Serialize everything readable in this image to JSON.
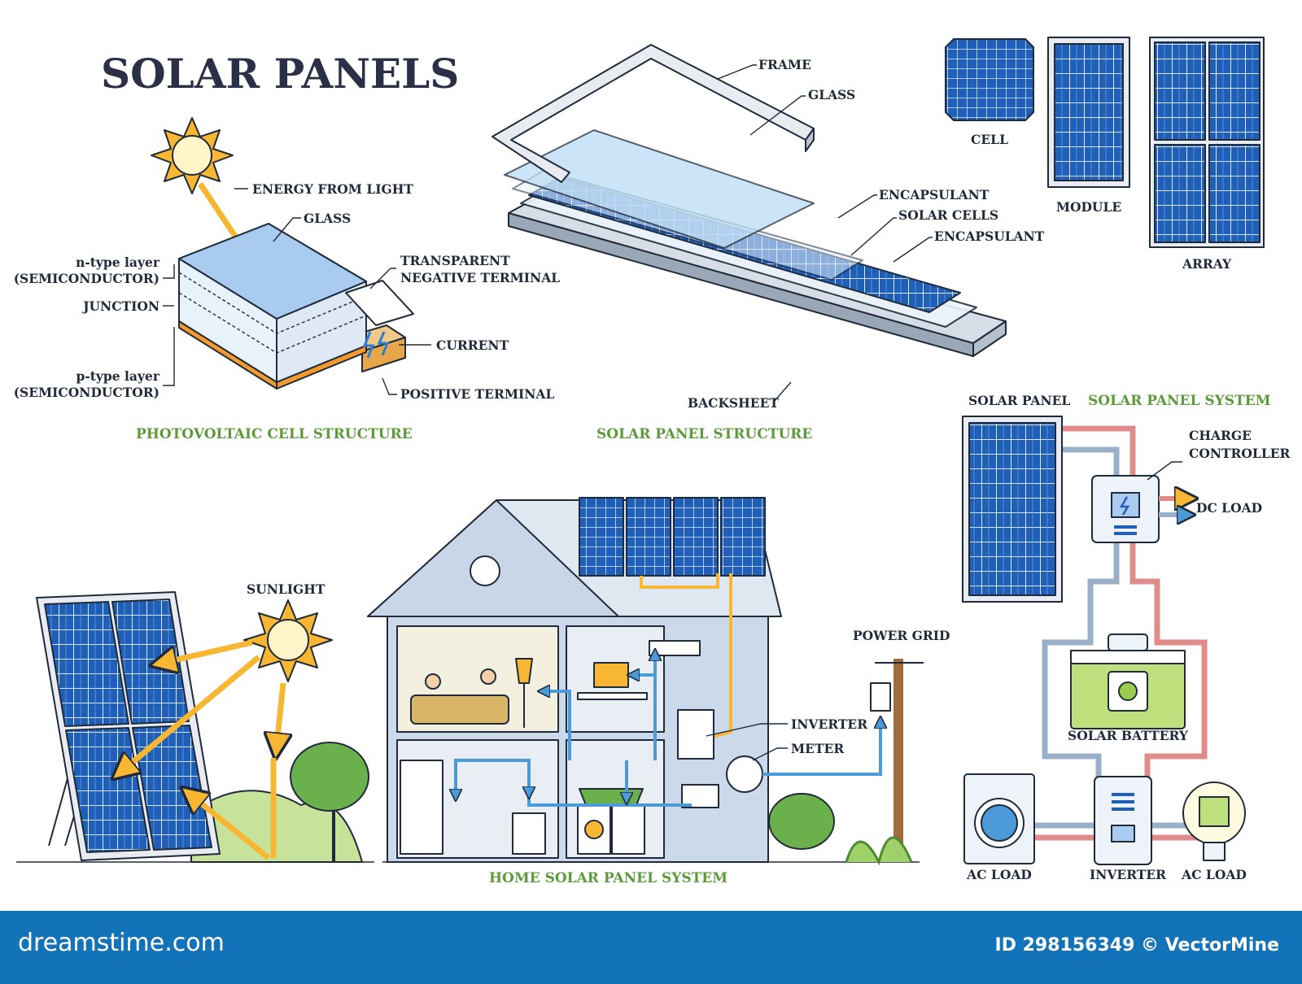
{
  "title": "SOLAR PANELS",
  "pv_cell": {
    "section": "PHOTOVOLTAIC CELL STRUCTURE",
    "energy": "ENERGY FROM LIGHT",
    "glass": "GLASS",
    "n_type_1": "n-type layer",
    "n_type_2": "(SEMICONDUCTOR)",
    "junction": "JUNCTION",
    "p_type_1": "p-type layer",
    "p_type_2": "(SEMICONDUCTOR)",
    "transparent_1": "TRANSPARENT",
    "transparent_2": "NEGATIVE TERMINAL",
    "current": "CURRENT",
    "positive": "POSITIVE TERMINAL"
  },
  "panel_structure": {
    "section": "SOLAR PANEL STRUCTURE",
    "frame": "FRAME",
    "glass": "GLASS",
    "encapsulant_top": "ENCAPSULANT",
    "solar_cells": "SOLAR CELLS",
    "encapsulant_bottom": "ENCAPSULANT",
    "backsheet": "BACKSHEET"
  },
  "hierarchy": {
    "cell": "CELL",
    "module": "MODULE",
    "array": "ARRAY"
  },
  "sunlight": "SUNLIGHT",
  "home": {
    "section": "HOME SOLAR PANEL SYSTEM",
    "power_grid": "POWER GRID",
    "inverter": "INVERTER",
    "meter": "METER"
  },
  "system": {
    "section": "SOLAR PANEL SYSTEM",
    "solar_panel": "SOLAR PANEL",
    "charge_1": "CHARGE",
    "charge_2": "CONTROLLER",
    "dc_load": "DC LOAD",
    "battery": "SOLAR BATTERY",
    "ac_load_left": "AC LOAD",
    "inverter": "INVERTER",
    "ac_load_right": "AC LOAD"
  },
  "footer": {
    "site": "dreamstime.com",
    "id": "ID 298156349 © VectorMine"
  },
  "colors": {
    "panel_blue": "#1f5fb8",
    "sun": "#f7b733",
    "green": "#5c9a3a",
    "footer": "#1273b9"
  }
}
